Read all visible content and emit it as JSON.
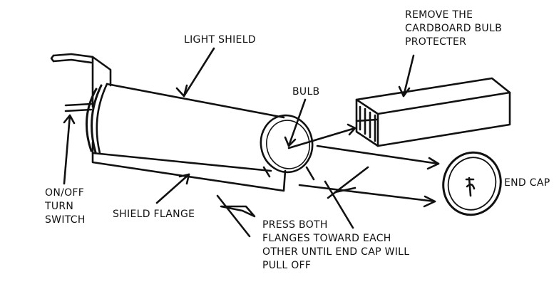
{
  "labels": {
    "remove_protector": "REMOVE THE\nCARDBOARD BULB\nPROTECTER",
    "light_shield": "LIGHT SHIELD",
    "bulb": "BULB",
    "end_cap": "END CAP",
    "switch": "ON/OFF\nTURN\nSWITCH",
    "shield_flange": "SHIELD FLANGE",
    "press_flanges": "PRESS BOTH\nFLANGES TOWARD EACH\nOTHER UNTIL END CAP WILL\nPULL OFF"
  },
  "colors": {
    "ink": "#111111",
    "background": "#ffffff"
  }
}
